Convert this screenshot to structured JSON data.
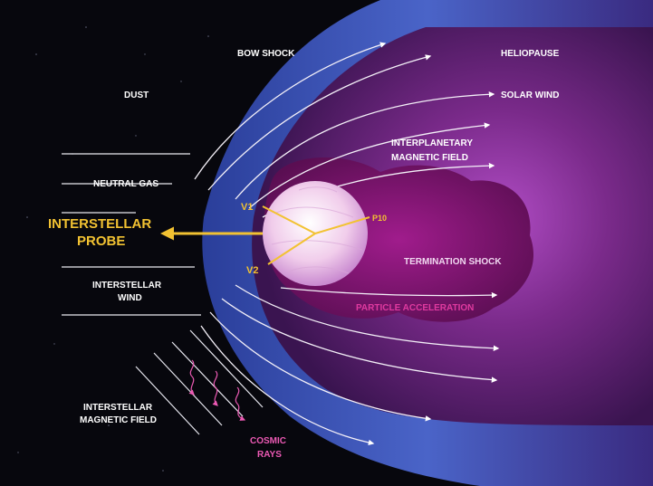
{
  "labels": {
    "bow_shock": "BOW SHOCK",
    "heliopause": "HELIOPAUSE",
    "dust": "DUST",
    "solar_wind": "SOLAR WIND",
    "imf_line1": "INTERPLANETARY",
    "imf_line2": "MAGNETIC FIELD",
    "neutral_gas": "NEUTRAL GAS",
    "probe_line1": "INTERSTELLAR",
    "probe_line2": "PROBE",
    "v1": "V1",
    "v2": "V2",
    "p10": "P10",
    "termination_shock": "TERMINATION SHOCK",
    "particle_acceleration": "PARTICLE ACCELERATION",
    "wind_line1": "INTERSTELLAR",
    "wind_line2": "WIND",
    "ismf_line1": "INTERSTELLAR",
    "ismf_line2": "MAGNETIC FIELD",
    "cosmic_line1": "COSMIC",
    "cosmic_line2": "RAYS"
  },
  "colors": {
    "background": "#07070d",
    "heliosheath": "#5a1f63",
    "bow_shock_blue": "#3d55b8",
    "sun": "#f3d6ee",
    "probe": "#f2c232",
    "termination_shock_label": "#f0d8f0",
    "particle_label": "#e03aa0",
    "cosmic_rays": "#ec5ab4",
    "text": "#ffffff"
  }
}
